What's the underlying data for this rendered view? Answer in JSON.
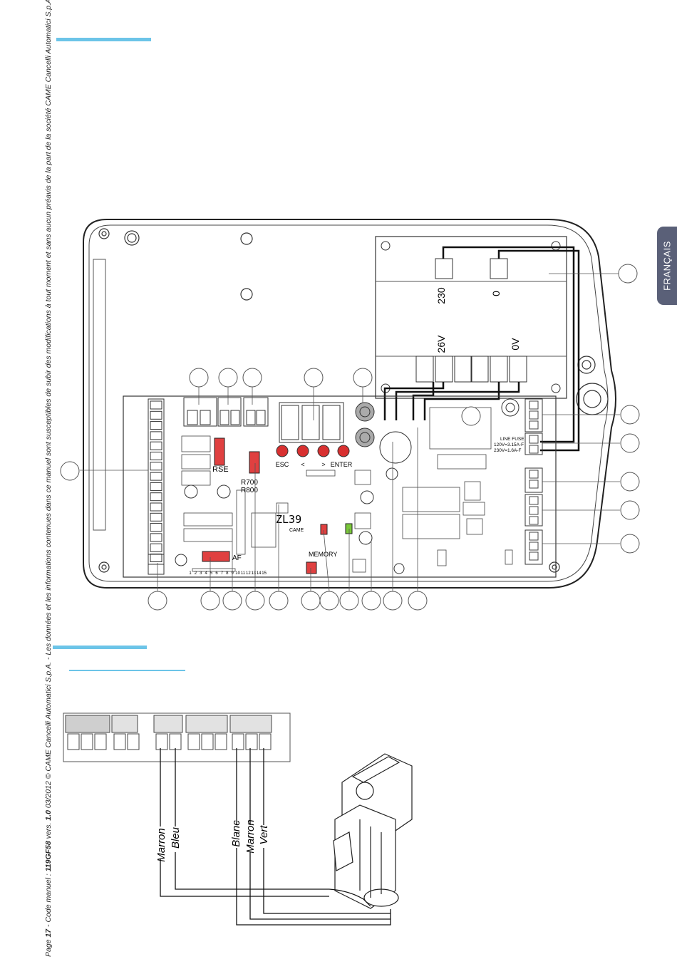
{
  "language_tab": "FRANÇAIS",
  "footer": {
    "page_label": "Page",
    "page_number": "17",
    "manual_code_label": "- Code manuel :",
    "manual_code": "119GF58",
    "version_label": "vers.",
    "version": "1.0",
    "notice": "03/2012 © CAME Cancelli Automatici S.p.A. - Les données et les informations contenues dans ce manuel sont susceptibles de subir des modifications à tout moment et sans aucun préavis de la part de la société CAME Cancelli Automatici S.p.A."
  },
  "colors": {
    "accent_rule": "#6cc4e8",
    "tab": "#5a6078",
    "red_button": "#d83030",
    "red_connector": "#e04040",
    "green_led": "#7ac83a"
  },
  "board": {
    "transformer_labels": [
      "230",
      "0",
      "26V",
      "0V"
    ],
    "button_labels": [
      "ESC",
      "<",
      ">",
      "ENTER"
    ],
    "board_name": "ZL39",
    "connector_labels": [
      "RSE",
      "R700",
      "R800",
      "AF",
      "MEMORY"
    ],
    "brand": "CAME",
    "fuse_label": [
      "LINE FUSE",
      "120V=3.15A-F",
      "230V=1.6A-F"
    ],
    "terminal_numbers": [
      "1",
      "2",
      "3",
      "4",
      "5",
      "6",
      "7",
      "8",
      "9",
      "10",
      "11",
      "12",
      "13",
      "14",
      "15"
    ]
  },
  "wiring": {
    "wire_labels": [
      "Marron",
      "Bleu",
      "Blanc",
      "Marron",
      "Vert"
    ]
  }
}
